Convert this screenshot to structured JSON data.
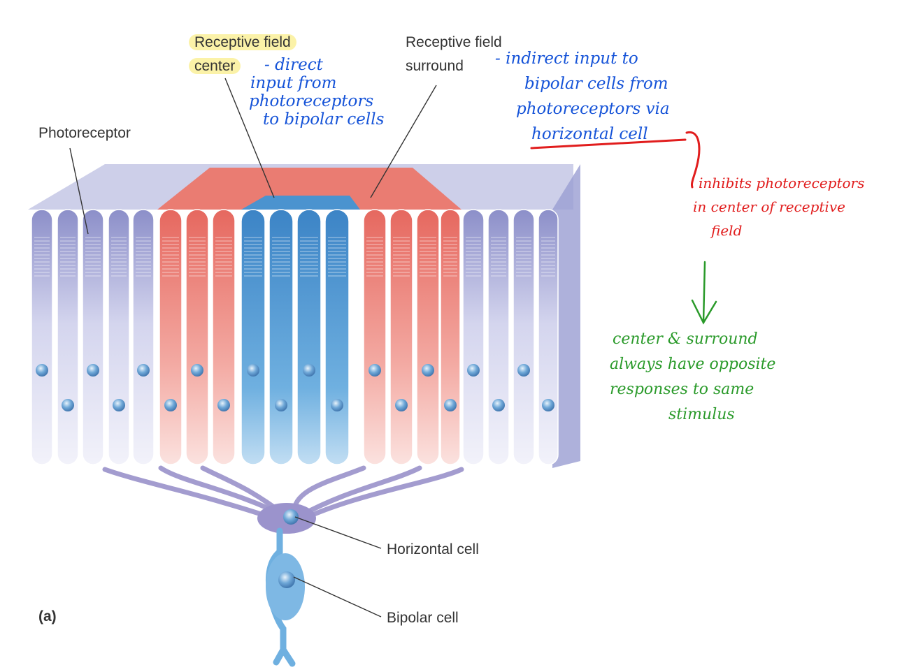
{
  "labels": {
    "photoreceptor": "Photoreceptor",
    "rf_center_line1": "Receptive field",
    "rf_center_line2": "center",
    "rf_surround_line1": "Receptive field",
    "rf_surround_line2": "surround",
    "horizontal_cell": "Horizontal cell",
    "bipolar_cell": "Bipolar cell",
    "panel": "(a)"
  },
  "annotations": {
    "center_note": [
      "- direct",
      "input from",
      "photoreceptors",
      "to bipolar cells"
    ],
    "surround_note": [
      "- indirect input to",
      "bipolar cells from",
      "photoreceptors via",
      "horizontal cell"
    ],
    "inhibit_note": [
      "inhibits photoreceptors",
      "in center of receptive",
      "field"
    ],
    "conclusion_note": [
      "center & surround",
      "always have opposite",
      "responses to same",
      "stimulus"
    ]
  },
  "colors": {
    "surround_cells": "#e9786e",
    "center_cells": "#4b93cf",
    "outer_cells": "#8c8fc9",
    "highlight": "#fbf2a8",
    "blue_ink": "#1553d8",
    "red_ink": "#e11d1d",
    "green_ink": "#2a9a2a"
  }
}
